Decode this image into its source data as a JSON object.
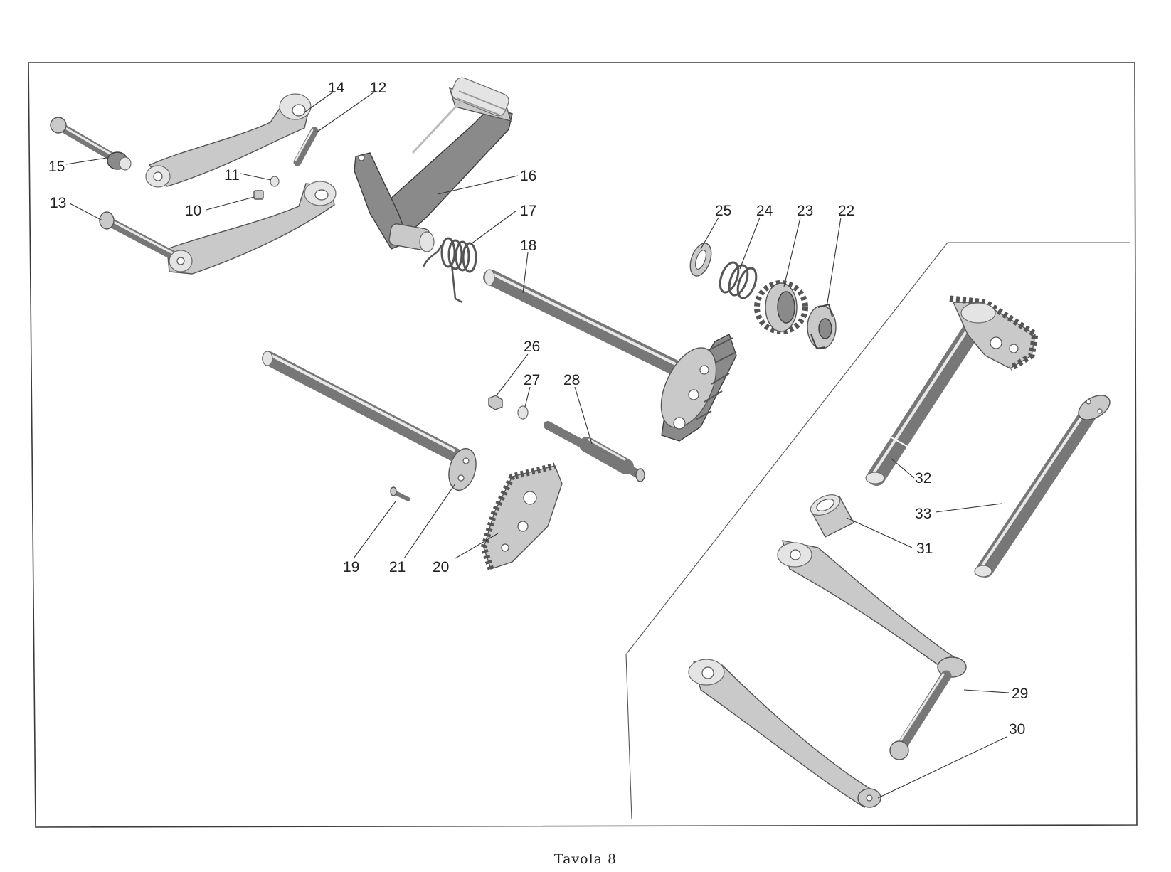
{
  "caption": "Tavola 8",
  "callouts": [
    "10",
    "11",
    "12",
    "13",
    "14",
    "15",
    "16",
    "17",
    "18",
    "19",
    "20",
    "21",
    "22",
    "23",
    "24",
    "25",
    "26",
    "27",
    "28",
    "29",
    "30",
    "31",
    "32",
    "33"
  ],
  "colors": {
    "ink": "#222222",
    "paper": "#ffffff",
    "metal": "#c9c9c9",
    "metal_dark": "#8a8a8a"
  }
}
